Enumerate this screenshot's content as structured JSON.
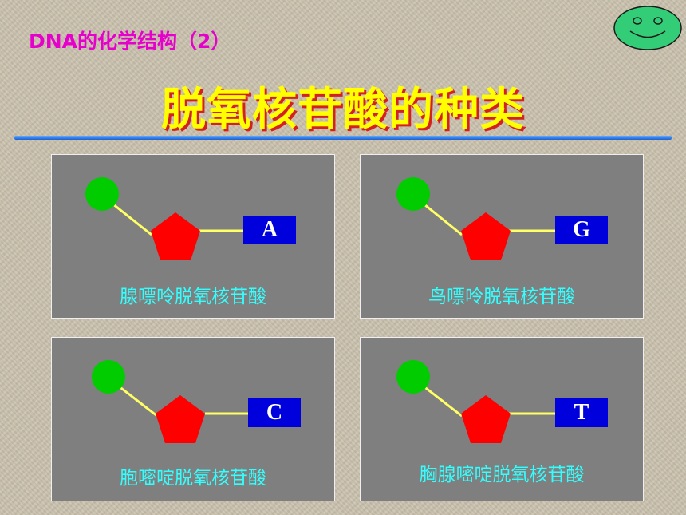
{
  "header": {
    "subtitle": "DNA的化学结构（2）",
    "title": "脱氧核苷酸的种类"
  },
  "colors": {
    "phosphate": "#00cc00",
    "sugar": "#ff0000",
    "base_box": "#0000dd",
    "bond": "#ffff66",
    "name_text": "#33ffff",
    "title_text": "#ffff00",
    "subtitle_text": "#e600cc",
    "smiley": "#33cc77"
  },
  "icons": {
    "corner": "smiley-face-icon"
  },
  "nucleotides": [
    {
      "base": "A",
      "name": "腺嘌呤脱氧核苷酸"
    },
    {
      "base": "G",
      "name": "鸟嘌呤脱氧核苷酸"
    },
    {
      "base": "C",
      "name": "胞嘧啶脱氧核苷酸"
    },
    {
      "base": "T",
      "name": "胸腺嘧啶脱氧核苷酸"
    }
  ]
}
